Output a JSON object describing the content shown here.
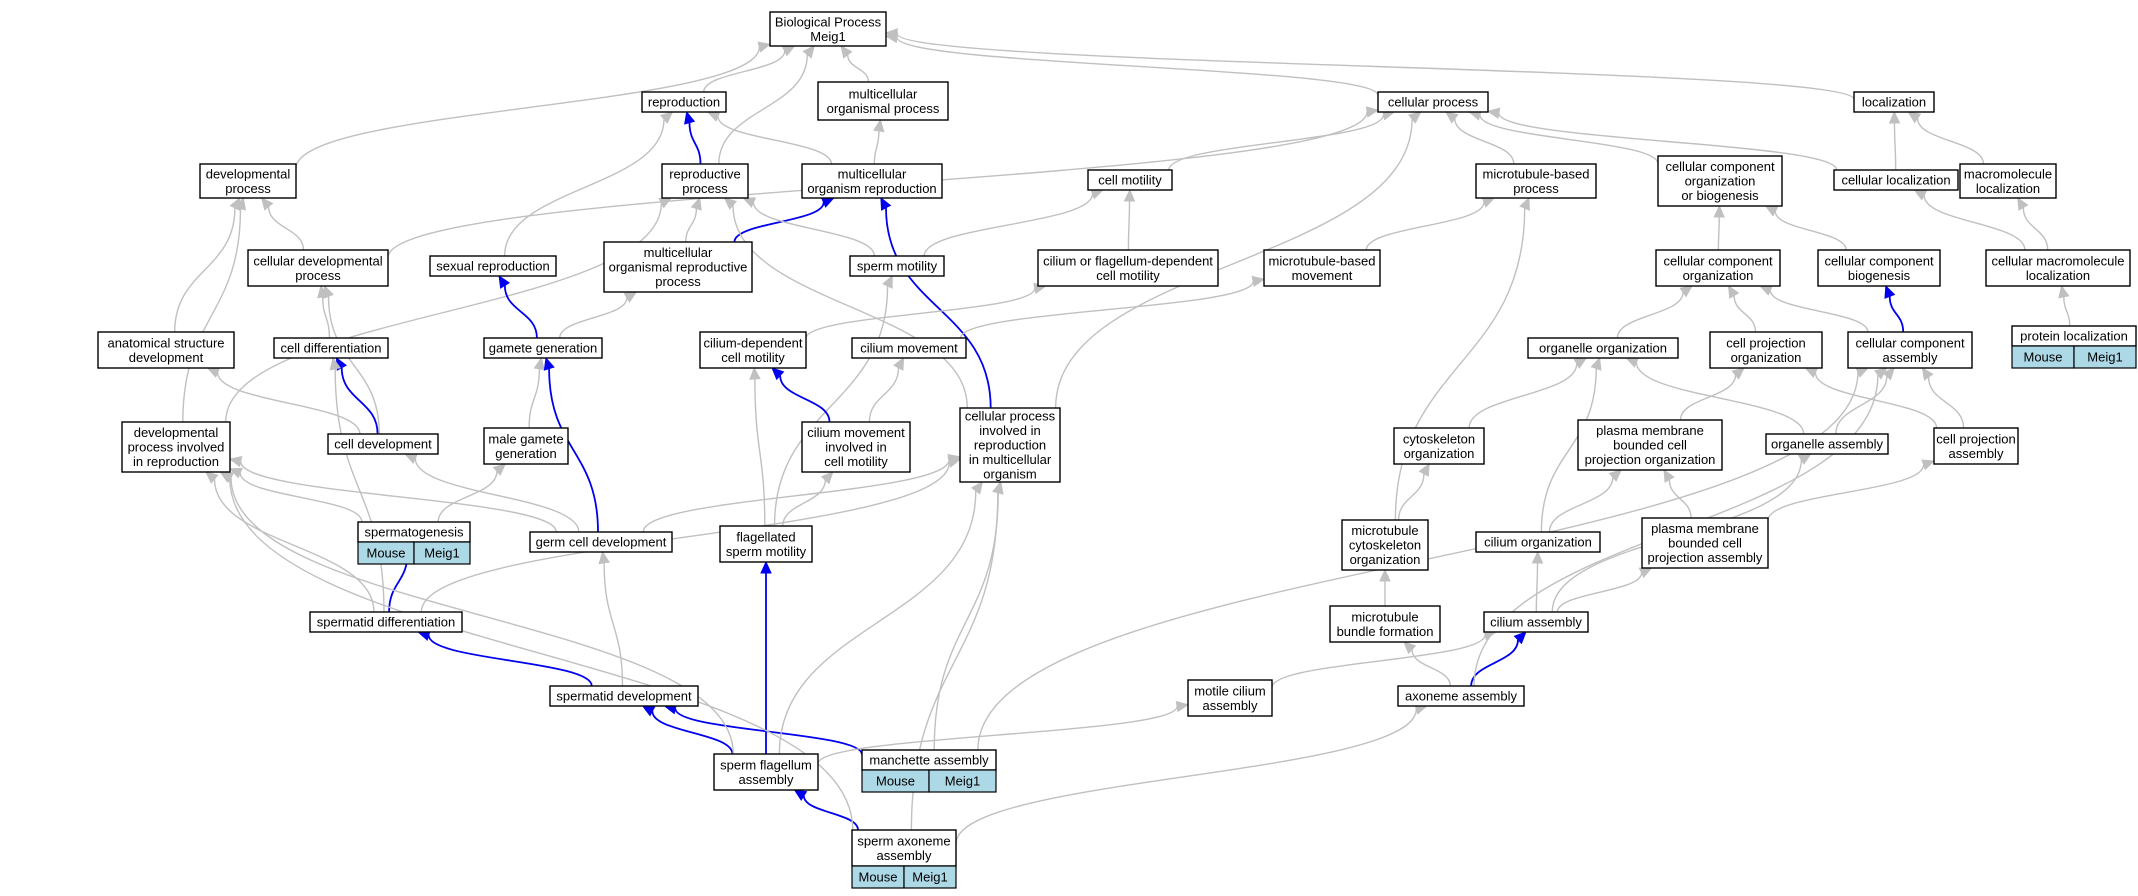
{
  "nodes": [
    {
      "id": "bp",
      "lines": [
        "Biological Process",
        "Meig1"
      ]
    },
    {
      "id": "reproduction",
      "lines": [
        "reproduction"
      ]
    },
    {
      "id": "mop",
      "lines": [
        "multicellular",
        "organismal process"
      ]
    },
    {
      "id": "cellproc",
      "lines": [
        "cellular process"
      ]
    },
    {
      "id": "localization",
      "lines": [
        "localization"
      ]
    },
    {
      "id": "devproc",
      "lines": [
        "developmental",
        "process"
      ]
    },
    {
      "id": "reprocproc",
      "lines": [
        "reproductive",
        "process"
      ]
    },
    {
      "id": "mor",
      "lines": [
        "multicellular",
        "organism reproduction"
      ]
    },
    {
      "id": "cellmot",
      "lines": [
        "cell motility"
      ]
    },
    {
      "id": "mtbp",
      "lines": [
        "microtubule-based",
        "process"
      ]
    },
    {
      "id": "ccob",
      "lines": [
        "cellular component",
        "organization",
        "or biogenesis"
      ]
    },
    {
      "id": "cellloc",
      "lines": [
        "cellular localization"
      ]
    },
    {
      "id": "macroloc",
      "lines": [
        "macromolecule",
        "localization"
      ]
    },
    {
      "id": "celldevproc",
      "lines": [
        "cellular developmental",
        "process"
      ]
    },
    {
      "id": "sexrep",
      "lines": [
        "sexual reproduction"
      ]
    },
    {
      "id": "morp",
      "lines": [
        "multicellular",
        "organismal reproductive",
        "process"
      ]
    },
    {
      "id": "spermmot",
      "lines": [
        "sperm motility"
      ]
    },
    {
      "id": "cfdcm",
      "lines": [
        "cilium or flagellum-dependent",
        "cell motility"
      ]
    },
    {
      "id": "mtbm",
      "lines": [
        "microtubule-based",
        "movement"
      ]
    },
    {
      "id": "cco",
      "lines": [
        "cellular component",
        "organization"
      ]
    },
    {
      "id": "ccb",
      "lines": [
        "cellular component",
        "biogenesis"
      ]
    },
    {
      "id": "cml",
      "lines": [
        "cellular macromolecule",
        "localization"
      ]
    },
    {
      "id": "asd",
      "lines": [
        "anatomical structure",
        "development"
      ]
    },
    {
      "id": "celldiff",
      "lines": [
        "cell differentiation"
      ]
    },
    {
      "id": "gamgen",
      "lines": [
        "gamete generation"
      ]
    },
    {
      "id": "cdcm",
      "lines": [
        "cilium-dependent",
        "cell motility"
      ]
    },
    {
      "id": "cilmov",
      "lines": [
        "cilium movement"
      ]
    },
    {
      "id": "orgorg",
      "lines": [
        "organelle organization"
      ]
    },
    {
      "id": "cpo",
      "lines": [
        "cell projection",
        "organization"
      ]
    },
    {
      "id": "cca",
      "lines": [
        "cellular component",
        "assembly"
      ]
    },
    {
      "id": "protloc",
      "lines": [
        "protein localization"
      ],
      "annot": [
        "Mouse",
        "Meig1"
      ]
    },
    {
      "id": "dpir",
      "lines": [
        "developmental",
        "process involved",
        "in reproduction"
      ]
    },
    {
      "id": "celldev",
      "lines": [
        "cell development"
      ]
    },
    {
      "id": "mgg",
      "lines": [
        "male gamete",
        "generation"
      ]
    },
    {
      "id": "cmicm",
      "lines": [
        "cilium movement",
        "involved in",
        "cell motility"
      ]
    },
    {
      "id": "cpir",
      "lines": [
        "cellular process",
        "involved in",
        "reproduction",
        "in multicellular",
        "organism"
      ]
    },
    {
      "id": "cytorg",
      "lines": [
        "cytoskeleton",
        "organization"
      ]
    },
    {
      "id": "pmbcpo",
      "lines": [
        "plasma membrane",
        "bounded cell",
        "projection organization"
      ]
    },
    {
      "id": "orgasm",
      "lines": [
        "organelle assembly"
      ]
    },
    {
      "id": "cpa",
      "lines": [
        "cell projection",
        "assembly"
      ]
    },
    {
      "id": "spermato",
      "lines": [
        "spermatogenesis"
      ],
      "annot": [
        "Mouse",
        "Meig1"
      ]
    },
    {
      "id": "gcd",
      "lines": [
        "germ cell development"
      ]
    },
    {
      "id": "flagsm",
      "lines": [
        "flagellated",
        "sperm motility"
      ]
    },
    {
      "id": "mtco",
      "lines": [
        "microtubule",
        "cytoskeleton",
        "organization"
      ]
    },
    {
      "id": "cilorg",
      "lines": [
        "cilium organization"
      ]
    },
    {
      "id": "pmbcpa",
      "lines": [
        "plasma membrane",
        "bounded cell",
        "projection assembly"
      ]
    },
    {
      "id": "spdiff",
      "lines": [
        "spermatid differentiation"
      ]
    },
    {
      "id": "mtbf",
      "lines": [
        "microtubule",
        "bundle formation"
      ]
    },
    {
      "id": "cilasm",
      "lines": [
        "cilium assembly"
      ]
    },
    {
      "id": "spdev",
      "lines": [
        "spermatid development"
      ]
    },
    {
      "id": "motcil",
      "lines": [
        "motile cilium",
        "assembly"
      ]
    },
    {
      "id": "axasm",
      "lines": [
        "axoneme assembly"
      ]
    },
    {
      "id": "manch",
      "lines": [
        "manchette assembly"
      ],
      "annot": [
        "Mouse",
        "Meig1"
      ]
    },
    {
      "id": "sfa",
      "lines": [
        "sperm flagellum",
        "assembly"
      ]
    },
    {
      "id": "saa",
      "lines": [
        "sperm axoneme",
        "assembly"
      ],
      "annot": [
        "Mouse",
        "Meig1"
      ]
    }
  ],
  "edges": [
    {
      "from": "reproduction",
      "to": "bp",
      "color": "grey"
    },
    {
      "from": "mop",
      "to": "bp",
      "color": "grey"
    },
    {
      "from": "cellproc",
      "to": "bp",
      "color": "grey"
    },
    {
      "from": "localization",
      "to": "bp",
      "color": "grey"
    },
    {
      "from": "devproc",
      "to": "bp",
      "color": "grey"
    },
    {
      "from": "reprocproc",
      "to": "bp",
      "color": "grey"
    },
    {
      "from": "reprocproc",
      "to": "reproduction",
      "color": "blue"
    },
    {
      "from": "mor",
      "to": "reproduction",
      "color": "grey"
    },
    {
      "from": "mor",
      "to": "mop",
      "color": "grey"
    },
    {
      "from": "sexrep",
      "to": "reproduction",
      "color": "grey"
    },
    {
      "from": "cellmot",
      "to": "cellproc",
      "color": "grey"
    },
    {
      "from": "mtbp",
      "to": "cellproc",
      "color": "grey"
    },
    {
      "from": "ccob",
      "to": "cellproc",
      "color": "grey"
    },
    {
      "from": "cellloc",
      "to": "cellproc",
      "color": "grey"
    },
    {
      "from": "cellloc",
      "to": "localization",
      "color": "grey"
    },
    {
      "from": "macroloc",
      "to": "localization",
      "color": "grey"
    },
    {
      "from": "celldevproc",
      "to": "devproc",
      "color": "grey"
    },
    {
      "from": "celldevproc",
      "to": "cellproc",
      "color": "grey"
    },
    {
      "from": "asd",
      "to": "devproc",
      "color": "grey"
    },
    {
      "from": "dpir",
      "to": "devproc",
      "color": "grey"
    },
    {
      "from": "dpir",
      "to": "reprocproc",
      "color": "grey"
    },
    {
      "from": "morp",
      "to": "reprocproc",
      "color": "grey"
    },
    {
      "from": "morp",
      "to": "mor",
      "color": "blue"
    },
    {
      "from": "spermmot",
      "to": "reprocproc",
      "color": "grey"
    },
    {
      "from": "spermmot",
      "to": "cellmot",
      "color": "grey"
    },
    {
      "from": "cpir",
      "to": "reprocproc",
      "color": "grey"
    },
    {
      "from": "cpir",
      "to": "mor",
      "color": "blue"
    },
    {
      "from": "cpir",
      "to": "cellproc",
      "color": "grey"
    },
    {
      "from": "cfdcm",
      "to": "cellmot",
      "color": "grey"
    },
    {
      "from": "mtbm",
      "to": "mtbp",
      "color": "grey"
    },
    {
      "from": "cco",
      "to": "ccob",
      "color": "grey"
    },
    {
      "from": "ccb",
      "to": "ccob",
      "color": "grey"
    },
    {
      "from": "cml",
      "to": "cellloc",
      "color": "grey"
    },
    {
      "from": "cml",
      "to": "macroloc",
      "color": "grey"
    },
    {
      "from": "protloc",
      "to": "cml",
      "color": "grey"
    },
    {
      "from": "gamgen",
      "to": "sexrep",
      "color": "blue"
    },
    {
      "from": "gamgen",
      "to": "morp",
      "color": "grey"
    },
    {
      "from": "flagsm",
      "to": "spermmot",
      "color": "grey"
    },
    {
      "from": "flagsm",
      "to": "cdcm",
      "color": "grey"
    },
    {
      "from": "cdcm",
      "to": "cfdcm",
      "color": "grey"
    },
    {
      "from": "cilmov",
      "to": "mtbm",
      "color": "grey"
    },
    {
      "from": "cmicm",
      "to": "cilmov",
      "color": "grey"
    },
    {
      "from": "cmicm",
      "to": "cdcm",
      "color": "blue"
    },
    {
      "from": "flagsm",
      "to": "cmicm",
      "color": "grey"
    },
    {
      "from": "celldiff",
      "to": "celldevproc",
      "color": "grey"
    },
    {
      "from": "celldev",
      "to": "celldiff",
      "color": "blue"
    },
    {
      "from": "celldev",
      "to": "celldevproc",
      "color": "grey"
    },
    {
      "from": "celldev",
      "to": "asd",
      "color": "grey"
    },
    {
      "from": "mgg",
      "to": "gamgen",
      "color": "grey"
    },
    {
      "from": "gcd",
      "to": "gamgen",
      "color": "blue"
    },
    {
      "from": "gcd",
      "to": "celldev",
      "color": "grey"
    },
    {
      "from": "gcd",
      "to": "dpir",
      "color": "grey"
    },
    {
      "from": "gcd",
      "to": "cpir",
      "color": "grey"
    },
    {
      "from": "spermato",
      "to": "mgg",
      "color": "grey"
    },
    {
      "from": "spermato",
      "to": "dpir",
      "color": "grey"
    },
    {
      "from": "spdiff",
      "to": "spermato",
      "color": "blue"
    },
    {
      "from": "spdiff",
      "to": "celldiff",
      "color": "grey"
    },
    {
      "from": "spdiff",
      "to": "dpir",
      "color": "grey"
    },
    {
      "from": "spdiff",
      "to": "cpir",
      "color": "grey"
    },
    {
      "from": "spdev",
      "to": "spdiff",
      "color": "blue"
    },
    {
      "from": "spdev",
      "to": "gcd",
      "color": "grey"
    },
    {
      "from": "orgorg",
      "to": "cco",
      "color": "grey"
    },
    {
      "from": "cpo",
      "to": "cco",
      "color": "grey"
    },
    {
      "from": "cca",
      "to": "cco",
      "color": "grey"
    },
    {
      "from": "cca",
      "to": "ccb",
      "color": "blue"
    },
    {
      "from": "cytorg",
      "to": "orgorg",
      "color": "grey"
    },
    {
      "from": "pmbcpo",
      "to": "cpo",
      "color": "grey"
    },
    {
      "from": "orgasm",
      "to": "orgorg",
      "color": "grey"
    },
    {
      "from": "orgasm",
      "to": "cca",
      "color": "grey"
    },
    {
      "from": "cpa",
      "to": "cpo",
      "color": "grey"
    },
    {
      "from": "cpa",
      "to": "cca",
      "color": "grey"
    },
    {
      "from": "mtco",
      "to": "cytorg",
      "color": "grey"
    },
    {
      "from": "mtco",
      "to": "mtbp",
      "color": "grey"
    },
    {
      "from": "cilorg",
      "to": "orgorg",
      "color": "grey"
    },
    {
      "from": "cilorg",
      "to": "pmbcpo",
      "color": "grey"
    },
    {
      "from": "pmbcpa",
      "to": "pmbcpo",
      "color": "grey"
    },
    {
      "from": "pmbcpa",
      "to": "cpa",
      "color": "grey"
    },
    {
      "from": "mtbf",
      "to": "mtco",
      "color": "grey"
    },
    {
      "from": "cilasm",
      "to": "cilorg",
      "color": "grey"
    },
    {
      "from": "cilasm",
      "to": "pmbcpa",
      "color": "grey"
    },
    {
      "from": "cilasm",
      "to": "orgasm",
      "color": "grey"
    },
    {
      "from": "axasm",
      "to": "cilasm",
      "color": "blue"
    },
    {
      "from": "axasm",
      "to": "mtbf",
      "color": "grey"
    },
    {
      "from": "motcil",
      "to": "cilasm",
      "color": "grey"
    },
    {
      "from": "axasm",
      "to": "cca",
      "color": "grey"
    },
    {
      "from": "manch",
      "to": "spdev",
      "color": "blue"
    },
    {
      "from": "manch",
      "to": "cpir",
      "color": "grey"
    },
    {
      "from": "manch",
      "to": "cca",
      "color": "grey"
    },
    {
      "from": "sfa",
      "to": "spdev",
      "color": "blue"
    },
    {
      "from": "sfa",
      "to": "flagsm",
      "color": "blue"
    },
    {
      "from": "sfa",
      "to": "dpir",
      "color": "grey"
    },
    {
      "from": "sfa",
      "to": "cpir",
      "color": "grey"
    },
    {
      "from": "sfa",
      "to": "motcil",
      "color": "grey"
    },
    {
      "from": "saa",
      "to": "sfa",
      "color": "blue"
    },
    {
      "from": "saa",
      "to": "axasm",
      "color": "grey"
    },
    {
      "from": "saa",
      "to": "dpir",
      "color": "grey"
    },
    {
      "from": "saa",
      "to": "cpir",
      "color": "grey"
    }
  ]
}
